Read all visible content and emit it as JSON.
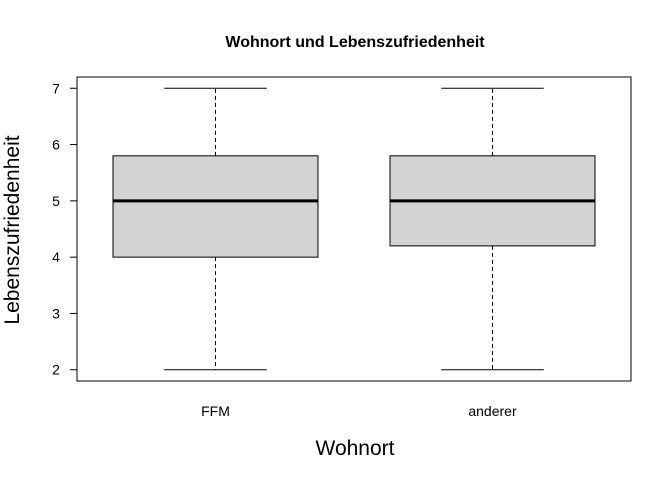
{
  "chart_data": {
    "type": "boxplot",
    "title": "Wohnort und Lebenszufriedenheit",
    "xlabel": "Wohnort",
    "ylabel": "Lebenszufriedenheit",
    "categories": [
      "FFM",
      "anderer"
    ],
    "boxes": [
      {
        "category": "FFM",
        "min": 2,
        "q1": 4,
        "median": 5,
        "q3": 5.8,
        "max": 7
      },
      {
        "category": "anderer",
        "min": 2,
        "q1": 4.2,
        "median": 5,
        "q3": 5.8,
        "max": 7
      }
    ],
    "yticks": [
      2,
      3,
      4,
      5,
      6,
      7
    ],
    "ylim": [
      1.8,
      7.2
    ],
    "grid": false,
    "colors": {
      "box_fill": "#d3d3d3",
      "stroke": "#000000"
    }
  }
}
